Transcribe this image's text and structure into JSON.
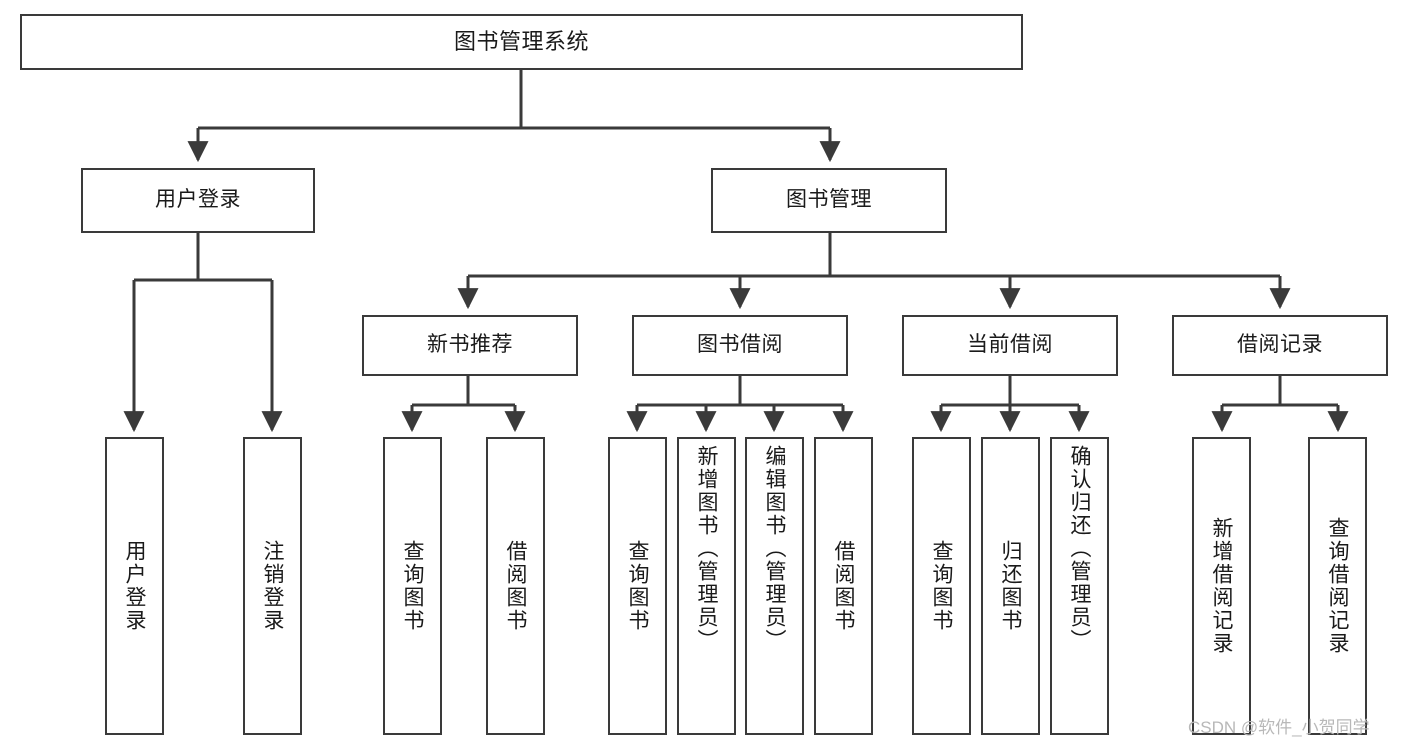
{
  "diagram": {
    "type": "tree",
    "title": "图书管理系统",
    "orientation": "top-down",
    "colors": {
      "box_border": "#3a3a3a",
      "box_fill": "#ffffff",
      "edge": "#3a3a3a",
      "text": "#1a1a1a",
      "watermark": "#b8b8b8",
      "background": "#ffffff"
    },
    "root": {
      "label": "图书管理系统"
    },
    "level2": [
      {
        "label": "用户登录"
      },
      {
        "label": "图书管理"
      }
    ],
    "level3": [
      {
        "label": "新书推荐"
      },
      {
        "label": "图书借阅"
      },
      {
        "label": "当前借阅"
      },
      {
        "label": "借阅记录"
      }
    ],
    "leaves": {
      "user_login": [
        {
          "label": "用户登录"
        },
        {
          "label": "注销登录"
        }
      ],
      "new_book_recommend": [
        {
          "label": "查询图书"
        },
        {
          "label": "借阅图书"
        }
      ],
      "book_borrow": [
        {
          "label": "查询图书"
        },
        {
          "label": "新增图书（管理员）"
        },
        {
          "label": "编辑图书（管理员）"
        },
        {
          "label": "借阅图书"
        }
      ],
      "current_borrow": [
        {
          "label": "查询图书"
        },
        {
          "label": "归还图书"
        },
        {
          "label": "确认归还（管理员）"
        }
      ],
      "borrow_record": [
        {
          "label": "新增借阅记录"
        },
        {
          "label": "查询借阅记录"
        }
      ]
    },
    "watermark": "CSDN @软件_小贺同学"
  }
}
